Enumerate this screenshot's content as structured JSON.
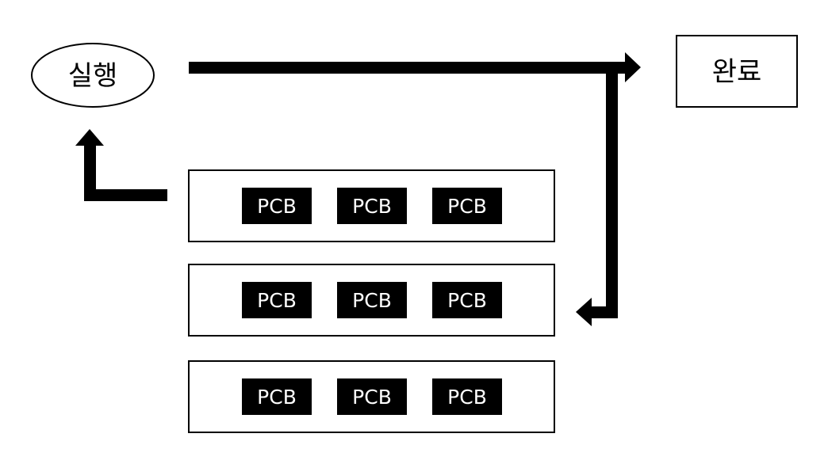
{
  "nodes": {
    "running": {
      "label": "실행"
    },
    "done": {
      "label": "완료"
    }
  },
  "queue": {
    "rows": [
      {
        "items": [
          "PCB",
          "PCB",
          "PCB"
        ]
      },
      {
        "items": [
          "PCB",
          "PCB",
          "PCB"
        ]
      },
      {
        "items": [
          "PCB",
          "PCB",
          "PCB"
        ]
      }
    ]
  },
  "colors": {
    "stroke": "#000000",
    "pcb_fill": "#000000",
    "pcb_text": "#ffffff",
    "background": "#ffffff"
  }
}
